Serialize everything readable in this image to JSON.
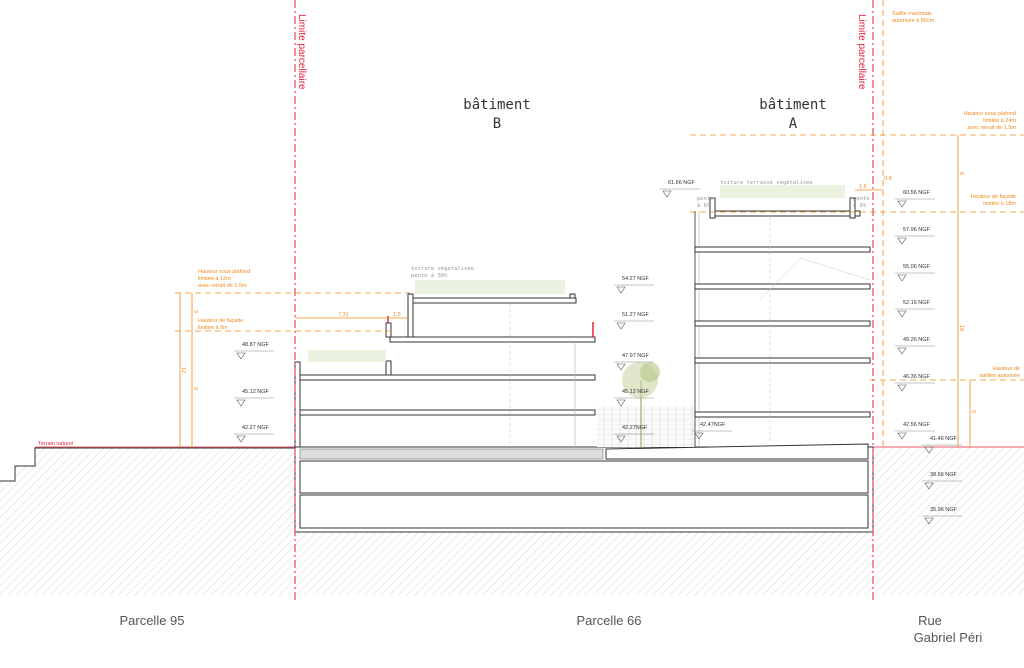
{
  "titles": {
    "building_b": [
      "bâtiment",
      "B"
    ],
    "building_a": [
      "bâtiment",
      "A"
    ]
  },
  "limits": {
    "left": "Limite parcellaire",
    "right": "Limite parcellaire"
  },
  "parcels": {
    "left": "Parcelle 95",
    "center": "Parcelle 66",
    "street_line1": "Rue",
    "street_line2": "Gabriel Péri"
  },
  "terrain_label": "Terrain naturel",
  "levels": {
    "left": [
      "48.87 NGF",
      "45.12 NGF",
      "42.27 NGF"
    ],
    "center_b": [
      "54.27 NGF",
      "51.27 NGF",
      "47.97 NGF",
      "45.12 NGF",
      "42.27NGF"
    ],
    "courtyard": "42.47NGF",
    "roof_a": "61.66 NGF",
    "right": [
      "60.56 NGF",
      "57.96 NGF",
      "55.06 NGF",
      "52.16 NGF",
      "49.26 NGF",
      "46.36 NGF",
      "42.56 NGF",
      "41.46 NGF",
      "38.66 NGF",
      "35.96 NGF"
    ]
  },
  "regulations": {
    "saillie_max": [
      "Saillie maximale",
      "autorisée à 80cm"
    ],
    "hsp_24": [
      "Hauteur sous plafond",
      "limitée à 24m",
      "avec retrait de 1.5m"
    ],
    "facade_18": [
      "Hauteur de façade",
      "limitée à 18m"
    ],
    "saillies": [
      "Hauteur de",
      "saillies autorisée"
    ],
    "hsp_12": [
      "Hauteur sous plafond",
      "limitée à 12m",
      "avec retrait de 1.5m"
    ],
    "facade_9": [
      "Hauteur de façade",
      "limitée à 9m"
    ]
  },
  "dimensions": {
    "d731": "7.31",
    "d15_b": "1.5",
    "d15_a": "1.5",
    "d08": "0.8",
    "left_total": "12",
    "left_top": "3",
    "left_bottom": "9",
    "right_top": "6",
    "right_bottom": "18",
    "right_saillie": "5"
  },
  "roof_notes": {
    "b": [
      "toiture végétalisée",
      "pente à 38%"
    ],
    "a": "toiture terrasse végétalisée",
    "slope_left": [
      "pente",
      "à 6%"
    ],
    "slope_right": [
      "pente",
      "à 6%"
    ]
  },
  "colors": {
    "limit": "#e5233a",
    "regulation": "#f08a1c",
    "ground_hatch": "#d9d9d9"
  }
}
